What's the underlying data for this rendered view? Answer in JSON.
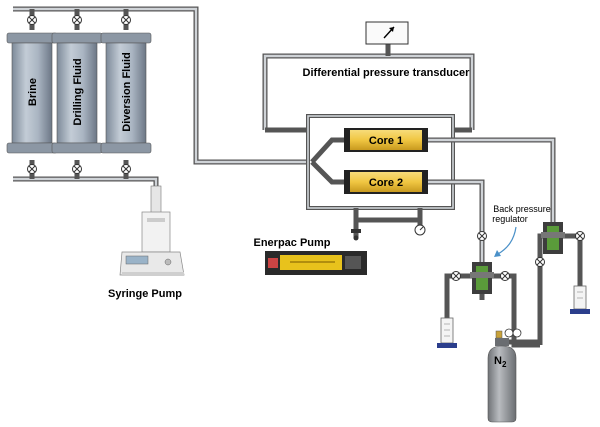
{
  "labels": {
    "brine": "Brine",
    "drilling_fluid": "Drilling Fluid",
    "diversion_fluid": "Diversion Fluid",
    "differential_pressure_transducer": "Differential pressure transducer",
    "core_1": "Core 1",
    "core_2": "Core 2",
    "back_pressure_line1": "Back pressure",
    "back_pressure_line2": "regulator",
    "enerpac_pump": "Enerpac Pump",
    "syringe_pump": "Syringe Pump",
    "n2_main": "N",
    "n2_sub": "2"
  },
  "colors": {
    "pipe": "#555555",
    "cylinder": "#9aa8b8",
    "core_fill": "#f0c642",
    "enerpac_body": "#e8c21c",
    "callout_arrow": "#4a90c8",
    "gas_cylinder": "#8f9296"
  },
  "icons": [
    "valve-icon",
    "gauge-icon",
    "syringe-pump-icon",
    "graduated-cylinder-icon",
    "gas-cylinder-icon",
    "enerpac-pump-icon"
  ]
}
